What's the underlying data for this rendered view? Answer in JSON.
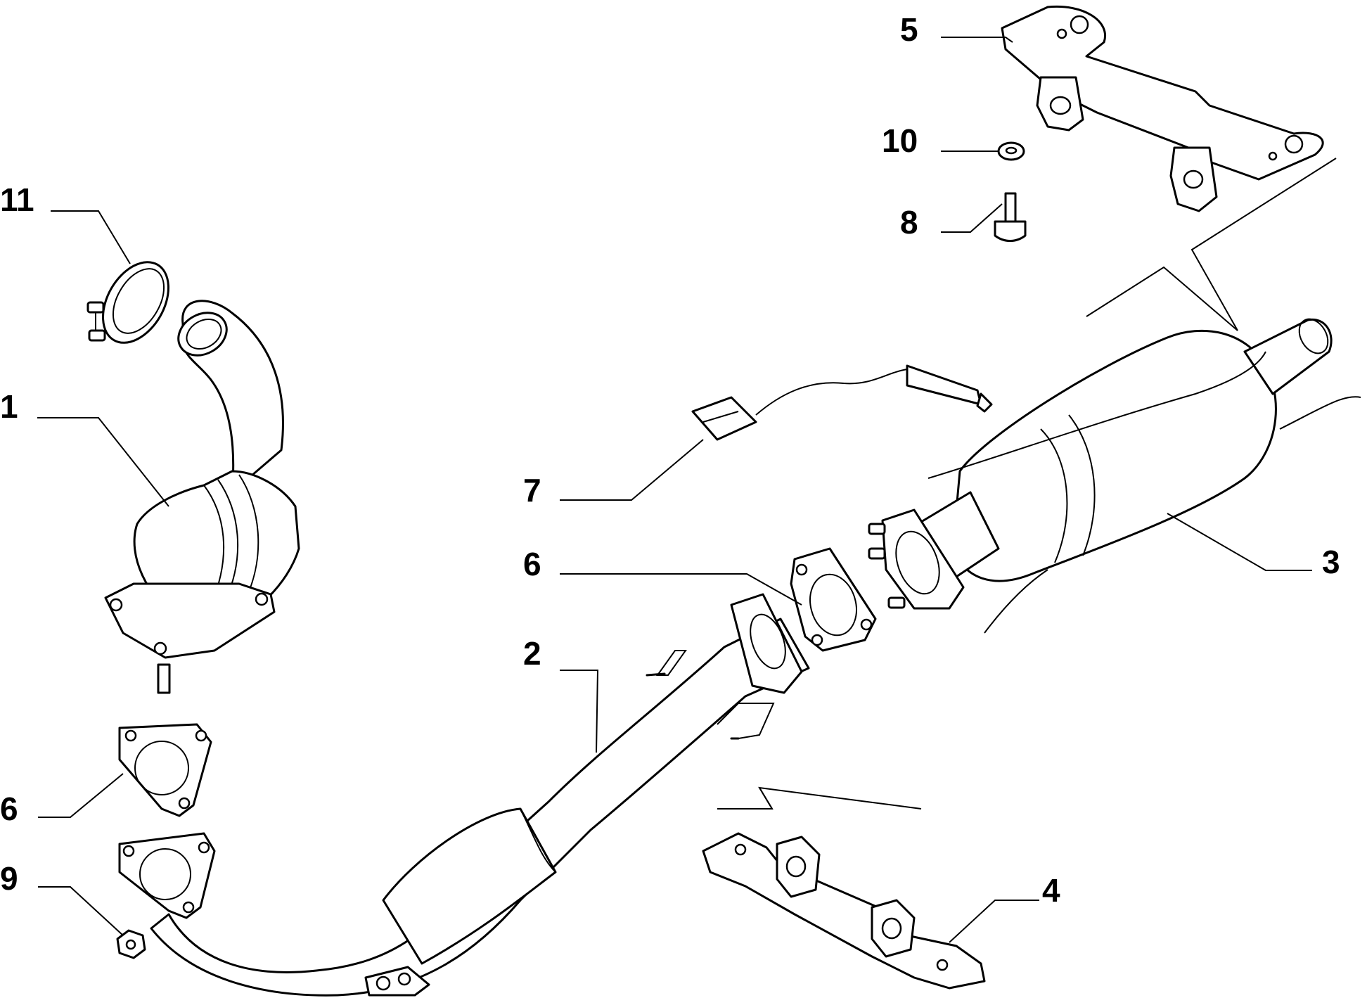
{
  "callouts": {
    "c1": "1",
    "c2": "2",
    "c3": "3",
    "c4": "4",
    "c5": "5",
    "c6a": "6",
    "c6b": "6",
    "c7": "7",
    "c8": "8",
    "c9": "9",
    "c10": "10",
    "c11": "11"
  },
  "colors": {
    "line": "#000000",
    "background": "#ffffff"
  }
}
